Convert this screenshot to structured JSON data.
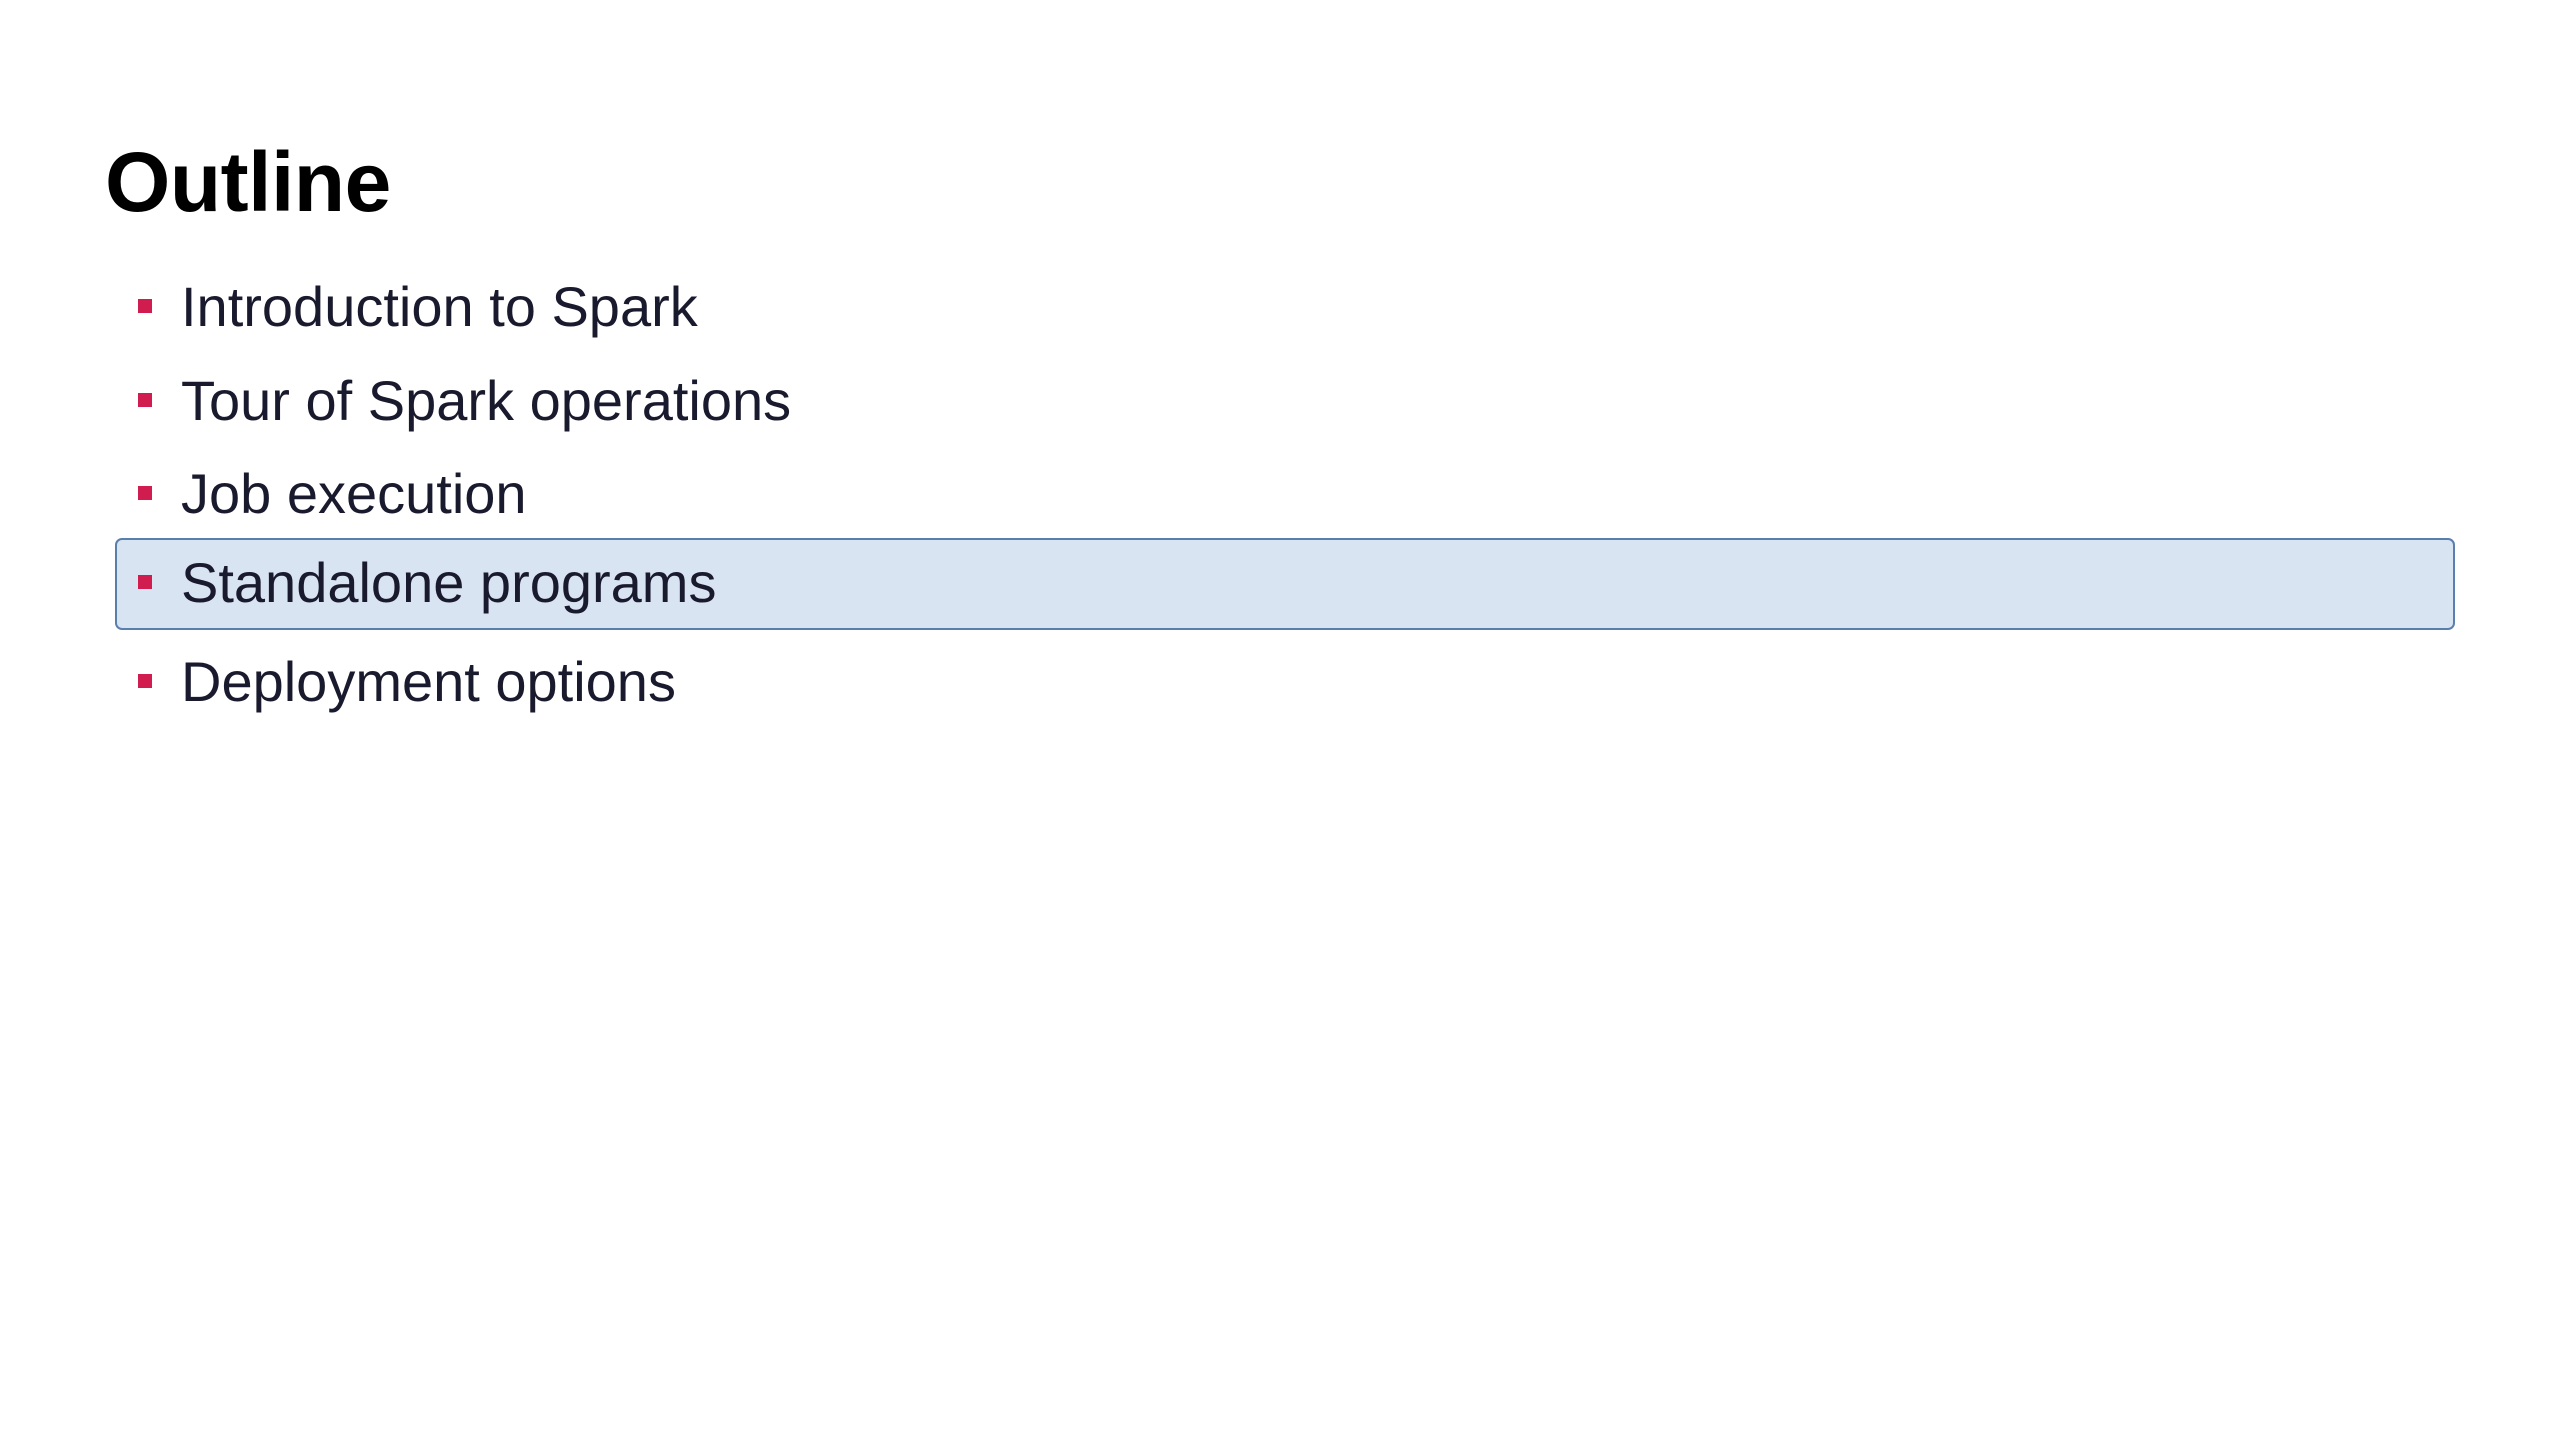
{
  "slide": {
    "title": "Outline",
    "items": [
      {
        "label": "Introduction to Spark",
        "highlighted": false
      },
      {
        "label": "Tour of Spark operations",
        "highlighted": false
      },
      {
        "label": "Job execution",
        "highlighted": false
      },
      {
        "label": "Standalone programs",
        "highlighted": true
      },
      {
        "label": "Deployment options",
        "highlighted": false
      }
    ]
  },
  "colors": {
    "bullet": "#d11c4f",
    "highlight_fill": "#d9e4f2",
    "highlight_border": "#5a7fad",
    "text": "#1a1a2e",
    "title": "#000000"
  }
}
